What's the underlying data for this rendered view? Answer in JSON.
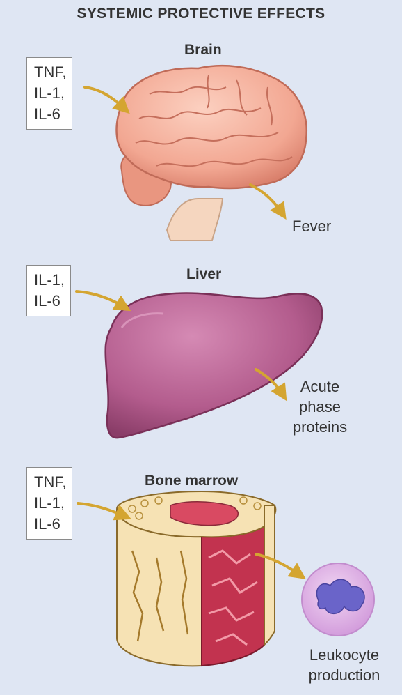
{
  "title": "SYSTEMIC PROTECTIVE EFFECTS",
  "sections": [
    {
      "organ": "Brain",
      "cytokines": [
        "TNF,",
        "IL-1,",
        "IL-6"
      ],
      "effect": [
        "Fever"
      ]
    },
    {
      "organ": "Liver",
      "cytokines": [
        "IL-1,",
        "IL-6"
      ],
      "effect": [
        "Acute",
        "phase",
        "proteins"
      ]
    },
    {
      "organ": "Bone marrow",
      "cytokines": [
        "TNF,",
        "IL-1,",
        "IL-6"
      ],
      "effect": [
        "Leukocyte",
        "production"
      ]
    }
  ],
  "colors": {
    "background": "#dfe6f3",
    "arrow": "#d4a531",
    "brain": "#f2a792",
    "liver": "#b35c8d",
    "bone": "#f6e2b4",
    "marrow": "#c2334f",
    "leukocyte": "#dfb3e6"
  }
}
